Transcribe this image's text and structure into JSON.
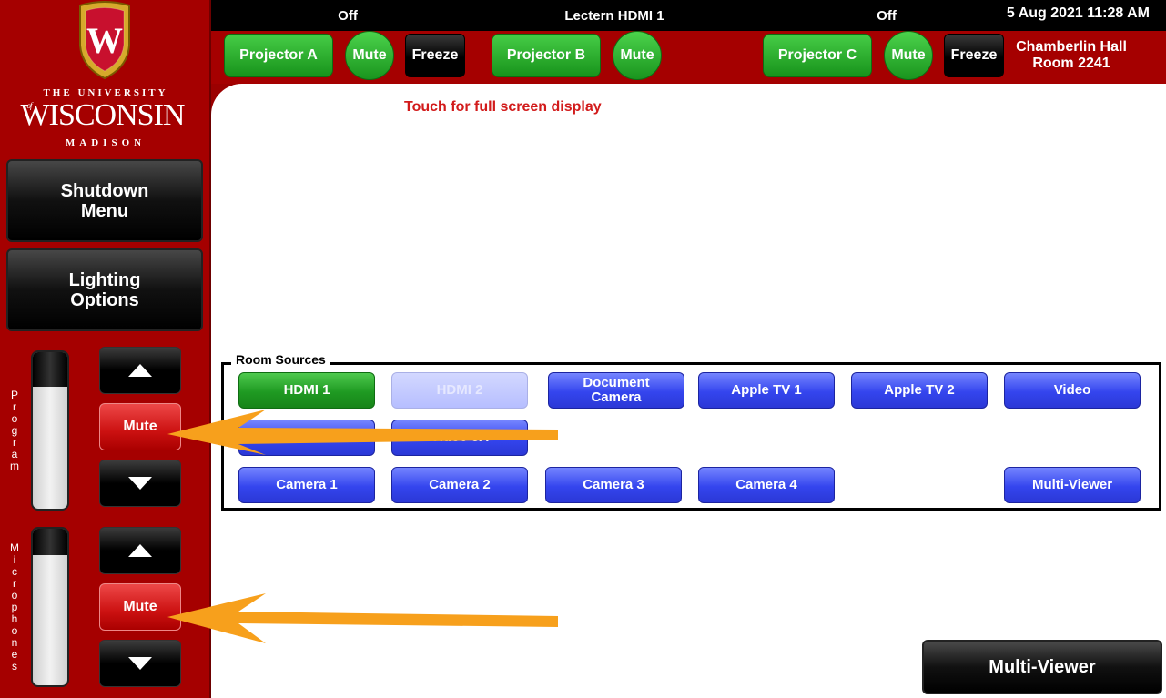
{
  "header": {
    "projector_a_status": "Off",
    "projector_b_status": "Lectern HDMI 1",
    "projector_c_status": "Off",
    "datetime": "5 Aug 2021 11:28 AM",
    "location_line1": "Chamberlin Hall",
    "location_line2": "Room 2241",
    "projector_a_label": "Projector A",
    "projector_b_label": "Projector B",
    "projector_c_label": "Projector C",
    "mute_label": "Mute",
    "freeze_label": "Freeze"
  },
  "logo": {
    "line1": "THE UNIVERSITY",
    "of": "of",
    "line2": "WISCONSIN",
    "line3": "MADISON",
    "crest_letter": "W"
  },
  "sidebar": {
    "shutdown_line1": "Shutdown",
    "shutdown_line2": "Menu",
    "lighting_line1": "Lighting",
    "lighting_line2": "Options",
    "program_label": "Program",
    "microphones_label": "Microphones",
    "mute_label": "Mute",
    "program_level": 0.78,
    "microphones_level": 0.83
  },
  "main": {
    "touch_message": "Touch for full screen display",
    "sources_title": "Room Sources",
    "sources": {
      "hdmi1": "HDMI 1",
      "hdmi2": "HDMI 2",
      "doc_line1": "Document",
      "doc_line2": "Camera",
      "apple_tv1": "Apple TV 1",
      "apple_tv2": "Apple TV 2",
      "video": "Video",
      "video_3a": "Video 3A",
      "video_5a": "Video 5A",
      "camera1": "Camera 1",
      "camera2": "Camera 2",
      "camera3": "Camera 3",
      "camera4": "Camera 4",
      "multi_viewer": "Multi-Viewer"
    },
    "multi_viewer_button": "Multi-Viewer"
  },
  "colors": {
    "brand_red": "#a50000",
    "active_green": "#1f9a22",
    "source_blue": "#3445ee",
    "annotation_orange": "#f7a01c"
  }
}
